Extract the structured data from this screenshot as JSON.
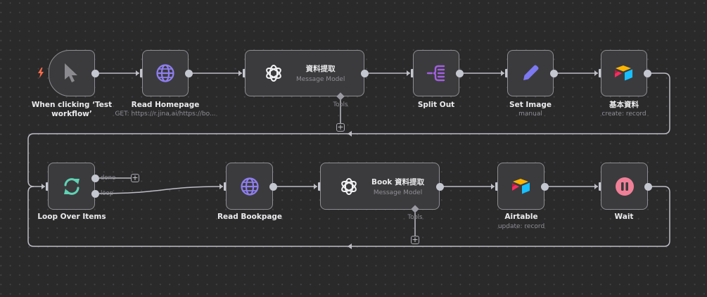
{
  "canvas": {
    "background": "#2a2a2b",
    "edge_color": "#bdbdc4"
  },
  "nodes": {
    "trigger": {
      "title_line1": "When clicking ‘Test",
      "title_line2": "workflow’",
      "icon": "cursor-icon",
      "badge_icon": "lightning-bolt-icon",
      "badge_color": "#ff6b4a"
    },
    "read_homepage": {
      "title": "Read Homepage",
      "subtitle": "GET: https://r.jina.ai/https://bo...",
      "icon": "globe-icon",
      "icon_color": "#8f7ef0"
    },
    "extract": {
      "title": "資料提取",
      "subtitle": "Message Model",
      "icon": "openai-icon",
      "tools_label": "Tools"
    },
    "split_out": {
      "title": "Split Out",
      "icon": "split-out-icon",
      "icon_color": "#a25fe0"
    },
    "set_image": {
      "title": "Set Image",
      "subtitle": "manual",
      "icon": "pencil-icon",
      "icon_color": "#7d79f2"
    },
    "basic_data": {
      "title": "基本資料",
      "subtitle": "create: record",
      "icon": "airtable-icon"
    },
    "loop": {
      "title": "Loop Over Items",
      "icon": "loop-icon",
      "icon_color": "#5ed3b4",
      "output_done": "done",
      "output_loop": "loop"
    },
    "read_bookpage": {
      "title": "Read Bookpage",
      "icon": "globe-icon",
      "icon_color": "#8f7ef0"
    },
    "book_extract": {
      "title": "Book 資料提取",
      "subtitle": "Message Model",
      "icon": "openai-icon",
      "tools_label": "Tools"
    },
    "airtable": {
      "title": "Airtable",
      "subtitle": "update: record",
      "icon": "airtable-icon"
    },
    "wait": {
      "title": "Wait",
      "icon": "pause-icon",
      "icon_color": "#f07f98"
    }
  },
  "add_buttons": {
    "symbol": "+"
  }
}
